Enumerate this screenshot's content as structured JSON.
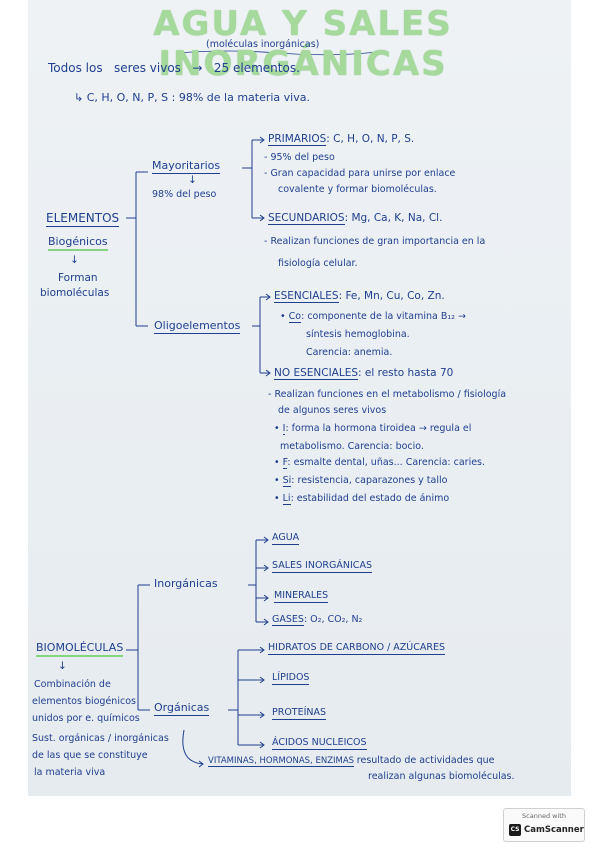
{
  "title": "AGUA Y SALES INORGÁNICAS",
  "subtitle": "(moléculas inorgánicas)",
  "intro": {
    "line1a": "Todos los",
    "line1b": "seres vivos",
    "line1c": "→",
    "line1d": "25 elementos.",
    "line2": "↳ C, H, O, N, P, S : 98% de la materia viva."
  },
  "elementos": {
    "title": "ELEMENTOS",
    "sub": "Biogénicos",
    "arrow": "↓",
    "form1": "Forman",
    "form2": "biomoléculas",
    "mayoritarios": {
      "label": "Mayoritarios",
      "arrow": "↓",
      "pct": "98% del peso",
      "primarios": "PRIMARIOS",
      "primarios_list": ": C, H, O, N, P, S.",
      "p_b1": "- 95% del peso",
      "p_b2a": "- Gran capacidad para unirse por enlace",
      "p_b2b": "covalente y formar biomoléculas.",
      "secundarios": "SECUNDARIOS",
      "secundarios_list": ": Mg, Ca, K, Na, Cl.",
      "s_b1a": "- Realizan funciones de gran importancia en la",
      "s_b1b": "fisiología celular."
    },
    "oligo": {
      "label": "Oligoelementos",
      "esenciales": "ESENCIALES",
      "esenciales_list": ": Fe, Mn, Cu, Co, Zn.",
      "co_bullet": "•",
      "co_sym": "Co",
      "co_text": ": componente de la vitamina B₁₂ →",
      "co_l2": "síntesis hemoglobina.",
      "co_l3": "Carencia: anemia.",
      "no_esenciales": "NO ESENCIALES",
      "no_esenciales_rest": ": el resto hasta 70",
      "n_b1a": "- Realizan funciones en el metabolismo / fisiología",
      "n_b1b": "de algunos seres vivos",
      "i_sym": "I",
      "i_text": ": forma la hormona tiroidea → regula el",
      "i_l2": "metabolismo. Carencia: bocio.",
      "f_sym": "F",
      "f_text": ": esmalte dental, uñas... Carencia: caries.",
      "si_sym": "Si",
      "si_text": ": resistencia, caparazones y tallo",
      "li_sym": "Li",
      "li_text": ": estabilidad del estado de ánimo"
    }
  },
  "biomoleculas": {
    "title": "BIOMOLÉCULAS",
    "arrow": "↓",
    "desc": [
      "Combinación de",
      "elementos biogénicos",
      "unidos por e. químicos",
      "Sust. orgánicas / inorgánicas",
      "de las que se constituye",
      "la materia viva"
    ],
    "inorganicas": {
      "label": "Inorgánicas",
      "items": [
        "AGUA",
        "SALES INORGÁNICAS",
        "MINERALES"
      ],
      "gases": "GASES",
      "gases_list": ": O₂, CO₂, N₂"
    },
    "organicas": {
      "label": "Orgánicas",
      "items": [
        "HIDRATOS DE CARBONO / AZÚCARES",
        "LÍPIDOS",
        "PROTEÍNAS",
        "ÁCIDOS NUCLEICOS"
      ],
      "vit": "VITAMINAS, HORMONAS, ENZIMAS",
      "vit_rest_a": "resultado de actividades que",
      "vit_rest_b": "realizan algunas biomoléculas."
    }
  },
  "footer": {
    "scanned": "Scanned with",
    "logo": "CS",
    "brand": "CamScanner"
  },
  "colors": {
    "ink": "#1f3f8f",
    "title_green": "#a6d99c",
    "highlight_green": "#86d47f"
  }
}
